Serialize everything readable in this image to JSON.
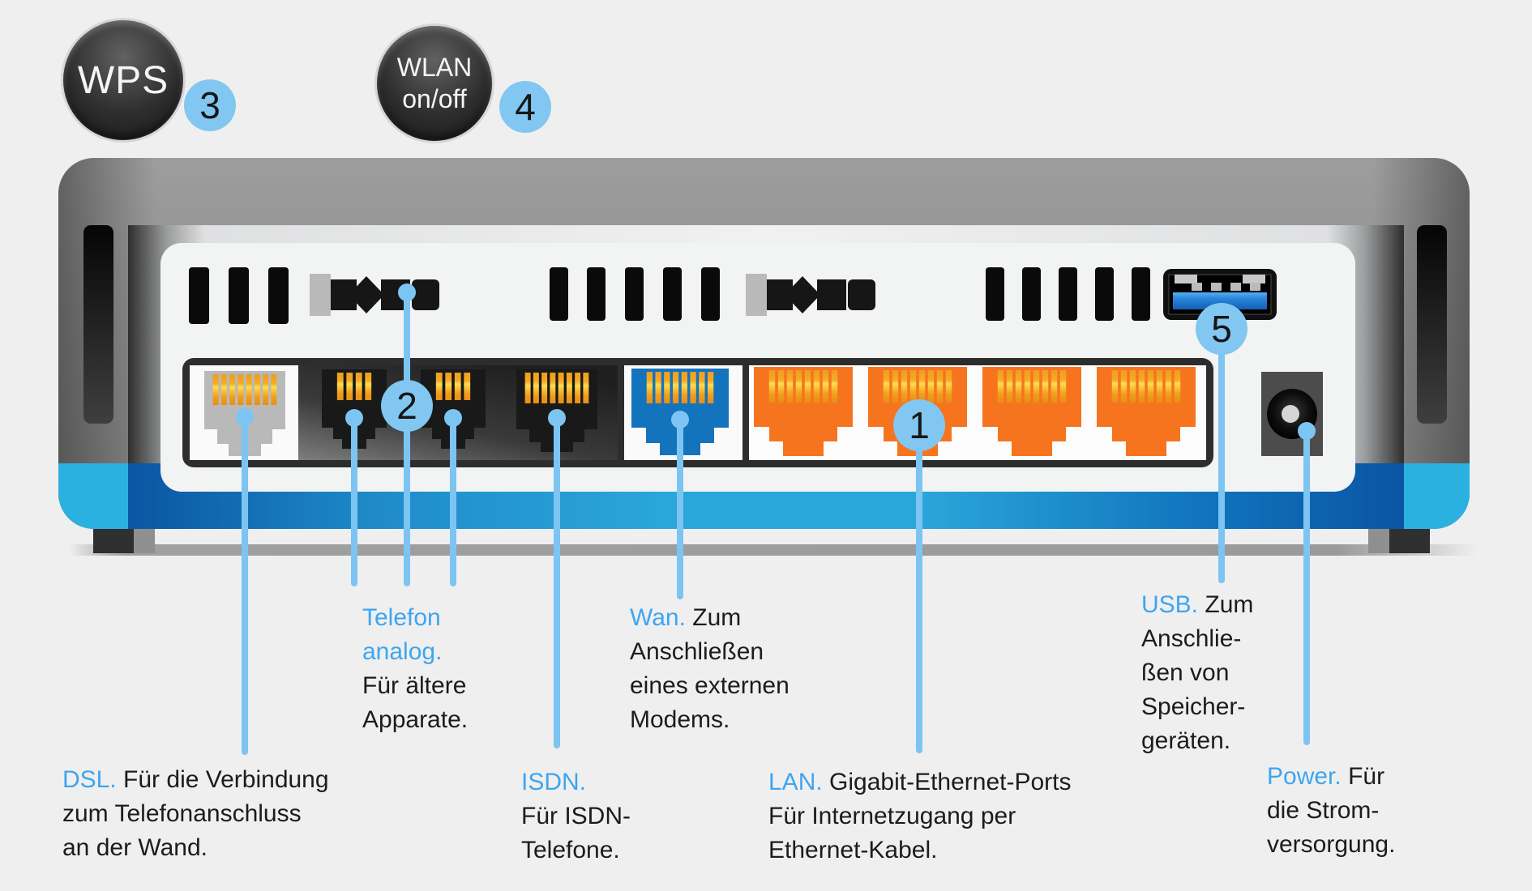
{
  "buttons": {
    "wps_label": "WPS",
    "wlan_line1": "WLAN",
    "wlan_line2": "on/off"
  },
  "badges": {
    "b1": "1",
    "b2": "2",
    "b3": "3",
    "b4": "4",
    "b5": "5"
  },
  "callouts": {
    "dsl": {
      "kw": "DSL.",
      "l1": "Für die Verbindung",
      "l2": "zum Telefonanschluss",
      "l3": "an der Wand."
    },
    "telefon": {
      "kw1": "Telefon",
      "kw2": "analog.",
      "l1": "Für ältere",
      "l2": "Apparate."
    },
    "isdn": {
      "kw": "ISDN.",
      "l1": "Für ISDN-",
      "l2": "Telefone."
    },
    "wan": {
      "kw": "Wan.",
      "l1": "Zum",
      "l2": "Anschließen",
      "l3": "eines externen",
      "l4": "Modems."
    },
    "lan": {
      "kw": "LAN.",
      "l1": "Gigabit-Ethernet-Ports",
      "l2": "Für Internetzugang per",
      "l3": "Ethernet-Kabel."
    },
    "usb": {
      "kw": "USB.",
      "l1": "Zum",
      "l2": "Anschlie-",
      "l3": "ßen von",
      "l4": "Speicher-",
      "l5": "geräten."
    },
    "power": {
      "kw": "Power.",
      "l1": "Für",
      "l2": "die Strom-",
      "l3": "versorgung."
    }
  },
  "colors": {
    "accent_text_blue": "#3fa5ee",
    "callout_line_blue": "#7cc5f2",
    "badge_blue": "#82c7f1",
    "band_cyan": "#2bb1e0",
    "band_dark_blue": "#0a55a3",
    "lan_orange": "#f7741f",
    "wan_port_blue": "#1473bd",
    "pin_gold": "#ffd84d",
    "case_gray": "#8e8e8e"
  }
}
